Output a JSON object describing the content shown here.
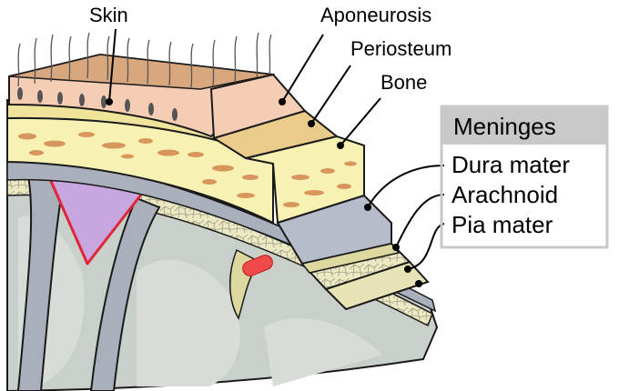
{
  "labels": {
    "skin": "Skin",
    "aponeurosis": "Aponeurosis",
    "periosteum": "Periosteum",
    "bone": "Bone",
    "meninges_header": "Meninges",
    "dura_mater": "Dura mater",
    "arachnoid": "Arachnoid",
    "pia_mater": "Pia mater"
  },
  "colors": {
    "skin": "#f5cdb4",
    "periosteum": "#e9cc8a",
    "bone": "#f7f2b4",
    "bone_spots": "#d8955c",
    "dura": "#b7bccb",
    "arachnoid": "#dcd8a0",
    "pia": "#e6e3b5",
    "brain": "#c9cfc9",
    "sinus": "#c8a6e0",
    "sinus_border": "#e0273a",
    "vessel": "#ef4a4a",
    "meninges_box": "#c8c8c8",
    "outline": "#1a1a1a"
  }
}
